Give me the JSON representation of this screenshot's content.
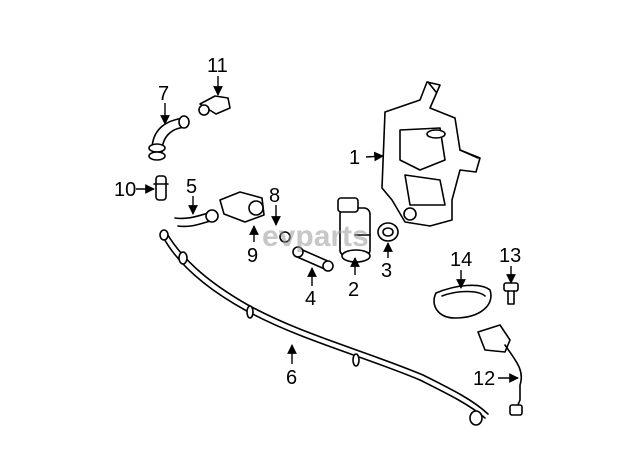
{
  "diagram": {
    "watermark": "evparts",
    "callouts": {
      "c1": "1",
      "c2": "2",
      "c3": "3",
      "c4": "4",
      "c5": "5",
      "c6": "6",
      "c7": "7",
      "c8": "8",
      "c9": "9",
      "c10": "10",
      "c11": "11",
      "c12": "12",
      "c13": "13",
      "c14": "14"
    }
  }
}
